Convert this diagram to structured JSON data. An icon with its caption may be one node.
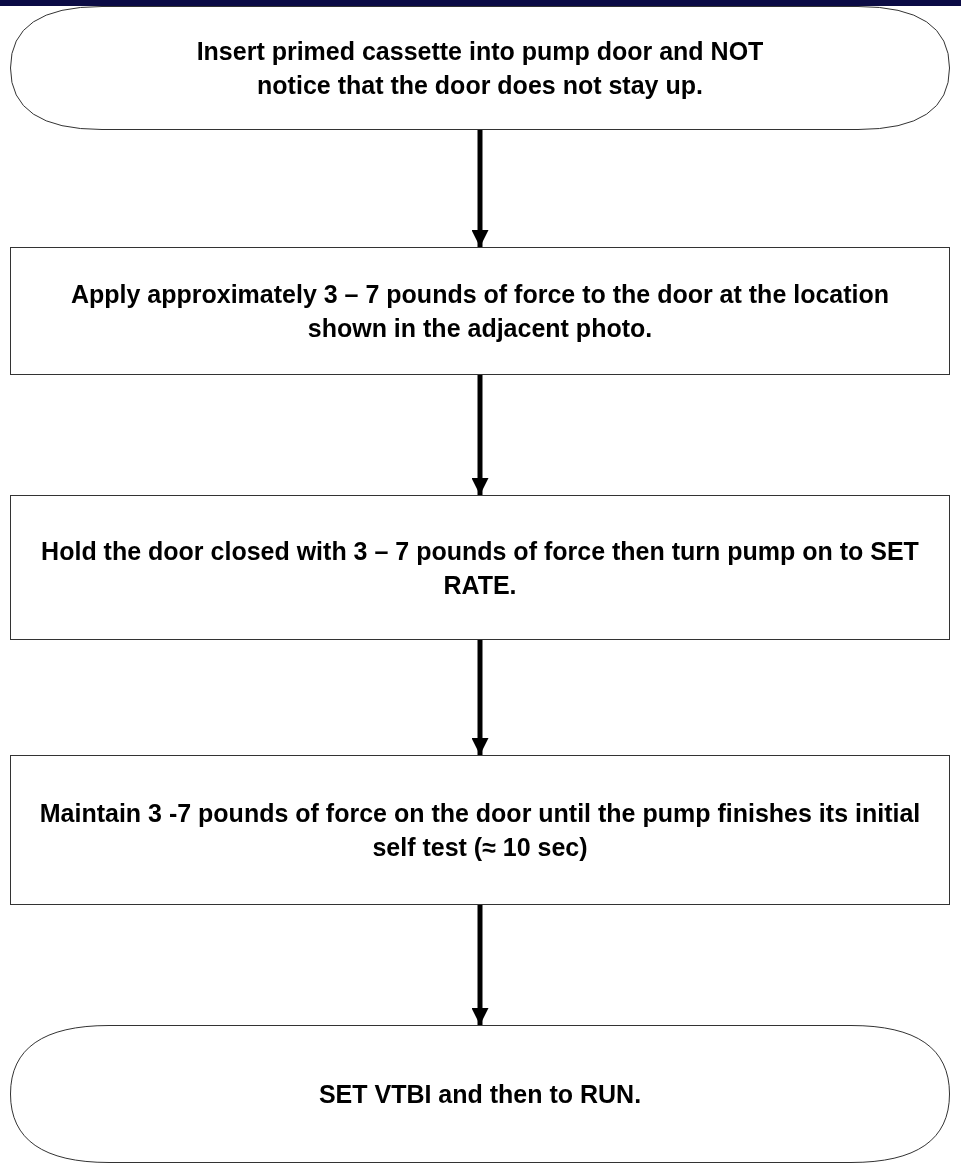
{
  "diagram": {
    "nodes": [
      {
        "text": [
          "Insert primed cassette into pump door and NOT notice that the door does not stay up."
        ]
      },
      {
        "text": [
          "Apply approximately 3 – 7 pounds of force to the door at the location shown in the adjacent photo."
        ]
      },
      {
        "text": [
          "Hold the door closed with 3 – 7 pounds of force then turn pump on to SET RATE."
        ]
      },
      {
        "text": [
          "Maintain 3 -7 pounds of force on the door until the pump finishes its initial self test (≈ 10 sec)"
        ]
      },
      {
        "text": [
          "SET VTBI and then to RUN."
        ]
      }
    ],
    "edges": [
      {
        "from": 0,
        "to": 1,
        "arrow": "to"
      },
      {
        "from": 1,
        "to": 2,
        "arrow": "to"
      },
      {
        "from": 2,
        "to": 3,
        "arrow": "to"
      },
      {
        "from": 3,
        "to": 4,
        "arrow": "to"
      }
    ]
  }
}
